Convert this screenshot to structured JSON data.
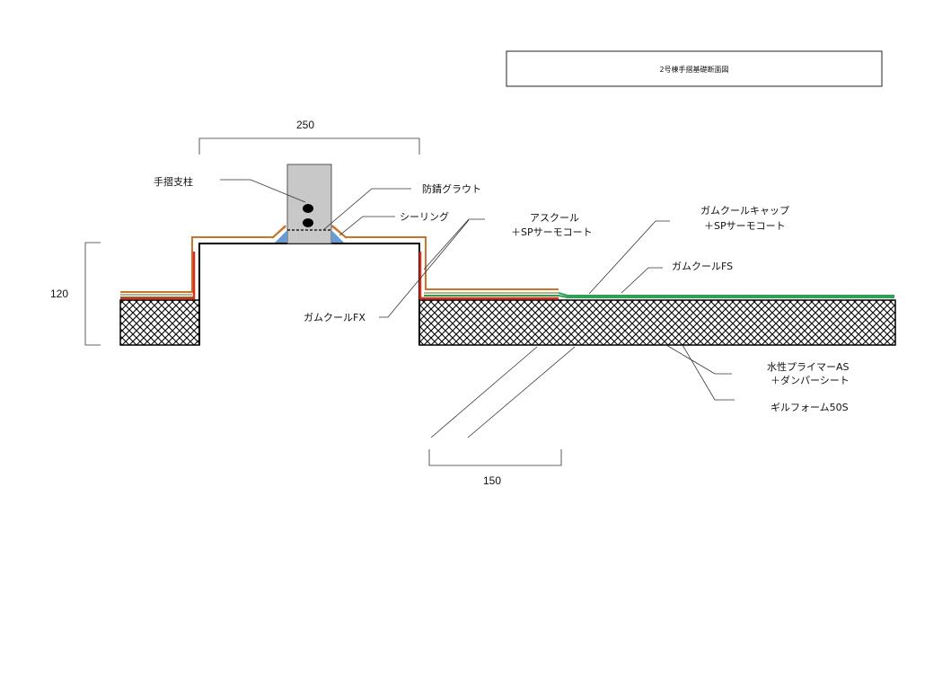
{
  "title": "2号棟手摺基礎断面図",
  "dimensions": {
    "width_top": "250",
    "height_left": "120",
    "width_bottom": "150"
  },
  "labels": {
    "post": "手摺支柱",
    "grout": "防錆グラウト",
    "sealing": "シーリング",
    "askool_1": "アスクール",
    "askool_2": "＋SPサーモコート",
    "cap_1": "ガムクールキャップ",
    "cap_2": "＋SPサーモコート",
    "fs": "ガムクールFS",
    "fx": "ガムクールFX",
    "primer_1": "水性プライマーAS",
    "primer_2": "＋ダンパーシート",
    "foam": "ギルフォーム50S"
  },
  "colors": {
    "red": "#e02a1a",
    "orange": "#c8742a",
    "green": "#2e9e57",
    "olive": "#9a9a5a",
    "blue": "#6a9bd0",
    "post": "#c8c8c8"
  }
}
